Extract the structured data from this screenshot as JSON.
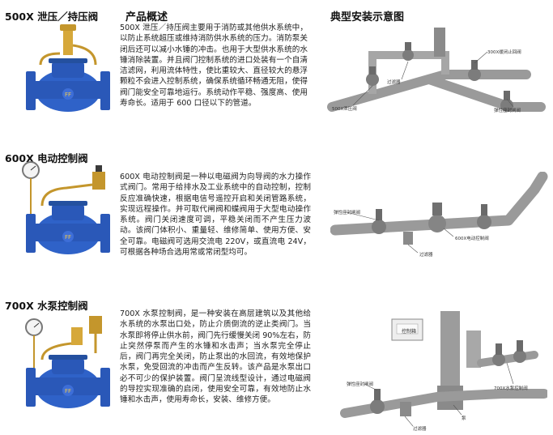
{
  "headers": {
    "overview": "产品概述",
    "diagram": "典型安装示意图"
  },
  "products": [
    {
      "title": "500X 泄压／持压阀",
      "description": "500X 泄压／持压阀主要用于消防或其他供水系统中，以防止系统超压或维持消防供水系统的压力。消防泵关闭后还可以减小水锤的冲击。也用于大型供水系统的水锤消除装置。并且阀门控制系统的进口处装有一个自清洁滤网，利用流体特性，使比重较大、直径较大的悬浮颗粒不会进入控制系统，确保系统循环畅通无阻，使得阀门能安全可靠地运行。系统动作平稳、强度高、使用寿命长。适用于 600 口径以下的管道。",
      "diagram_labels": [
        "过滤器",
        "300X缓闭止回阀",
        "500X泄压阀",
        "弹性座封闸阀"
      ]
    },
    {
      "title": "600X 电动控制阀",
      "description": "600X 电动控制阀是一种以电磁阀为向导阀的水力操作式阀门。常用于给排水及工业系统中的自动控制，控制反应准确快速，根据电信号遥控开启和关闭管路系统，实现远程操作。并可取代闸阀和蝶阀用于大型电动操作系统。阀门关闭速度可调，平稳关闭而不产生压力波动。该阀门体积小、重量轻、维修简单、使用方便、安全可靠。电磁阀可选用交流电 220V，或直流电 24V，可根据各种场合选用常或常闭型均可。",
      "diagram_labels": [
        "弹性座封闸阀",
        "600X电动控制阀",
        "过滤器"
      ]
    },
    {
      "title": "700X 水泵控制阀",
      "description": "700X 水泵控制阀，是一种安装在高层建筑以及其他给水系统的水泵出口处，防止介质倒流的逆止类阀门。当水泵即将停止供水前，阀门先行缓慢关闭 90%左右，防止突然停泵而产生的水锤和水击声；当水泵完全停止后，阀门再完全关闭，防止泵出的水回流，有效地保护水泵，免受回流的冲击而产生反转。该产品是水泵出口必不可少的保护装置。阀门呈流线型设计，通过电磁阀的导控实现准确的启闭，使用安全可靠，有效地防止水锤和水击声，使用寿命长，安装、维修方便。",
      "diagram_labels": [
        "控制箱",
        "弹性座封闸阀",
        "700X水泵控制阀",
        "泵",
        "过滤器"
      ]
    }
  ],
  "colors": {
    "valve_blue": "#2a58b8",
    "brass": "#d6a83a",
    "pipe_gray": "#9a9a9a",
    "text": "#111111"
  },
  "icons": [
    "pressure-relief-valve-icon",
    "electric-control-valve-icon",
    "pump-control-valve-icon"
  ]
}
